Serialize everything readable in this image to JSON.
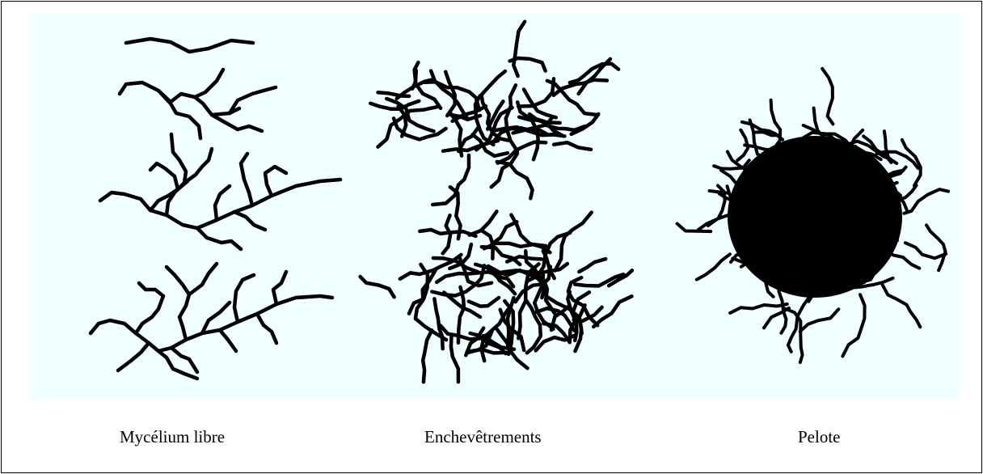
{
  "diagram": {
    "background_color": "#f0ffff",
    "stroke_color": "#000000",
    "forms": [
      {
        "id": "free-mycelium",
        "label": "Mycélium libre"
      },
      {
        "id": "entanglements",
        "label": "Enchevêtrements"
      },
      {
        "id": "pellet",
        "label": "Pelote"
      }
    ]
  }
}
